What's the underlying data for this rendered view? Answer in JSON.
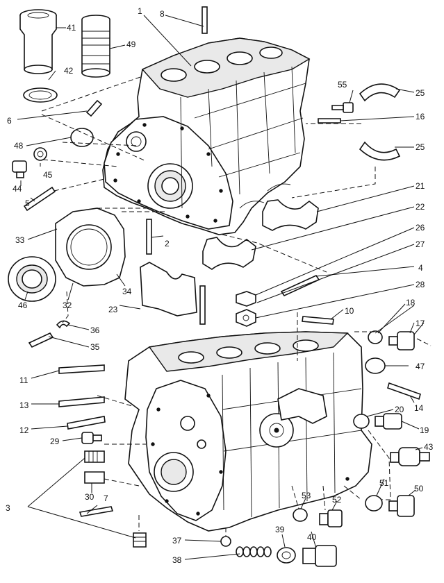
{
  "callouts": [
    {
      "id": "c1",
      "label": "1"
    },
    {
      "id": "c2",
      "label": "2"
    },
    {
      "id": "c3",
      "label": "3"
    },
    {
      "id": "c4",
      "label": "4"
    },
    {
      "id": "c5",
      "label": "5"
    },
    {
      "id": "c6",
      "label": "6"
    },
    {
      "id": "c7",
      "label": "7"
    },
    {
      "id": "c8",
      "label": "8"
    },
    {
      "id": "c10",
      "label": "10"
    },
    {
      "id": "c11",
      "label": "11"
    },
    {
      "id": "c12",
      "label": "12"
    },
    {
      "id": "c13",
      "label": "13"
    },
    {
      "id": "c14",
      "label": "14"
    },
    {
      "id": "c16",
      "label": "16"
    },
    {
      "id": "c17",
      "label": "17"
    },
    {
      "id": "c18",
      "label": "18"
    },
    {
      "id": "c19",
      "label": "19"
    },
    {
      "id": "c20",
      "label": "20"
    },
    {
      "id": "c21",
      "label": "21"
    },
    {
      "id": "c22",
      "label": "22"
    },
    {
      "id": "c23",
      "label": "23"
    },
    {
      "id": "c25a",
      "label": "25"
    },
    {
      "id": "c25b",
      "label": "25"
    },
    {
      "id": "c26",
      "label": "26"
    },
    {
      "id": "c27",
      "label": "27"
    },
    {
      "id": "c28",
      "label": "28"
    },
    {
      "id": "c29",
      "label": "29"
    },
    {
      "id": "c30",
      "label": "30"
    },
    {
      "id": "c32",
      "label": "32"
    },
    {
      "id": "c33",
      "label": "33"
    },
    {
      "id": "c34",
      "label": "34"
    },
    {
      "id": "c35",
      "label": "35"
    },
    {
      "id": "c36",
      "label": "36"
    },
    {
      "id": "c37",
      "label": "37"
    },
    {
      "id": "c38",
      "label": "38"
    },
    {
      "id": "c39",
      "label": "39"
    },
    {
      "id": "c40",
      "label": "40"
    },
    {
      "id": "c41",
      "label": "41"
    },
    {
      "id": "c42",
      "label": "42"
    },
    {
      "id": "c43",
      "label": "43"
    },
    {
      "id": "c44",
      "label": "44"
    },
    {
      "id": "c45",
      "label": "45"
    },
    {
      "id": "c46",
      "label": "46"
    },
    {
      "id": "c47",
      "label": "47"
    },
    {
      "id": "c48",
      "label": "48"
    },
    {
      "id": "c49",
      "label": "49"
    },
    {
      "id": "c50",
      "label": "50"
    },
    {
      "id": "c51",
      "label": "51"
    },
    {
      "id": "c52",
      "label": "52"
    },
    {
      "id": "c53",
      "label": "53"
    },
    {
      "id": "c55",
      "label": "55"
    }
  ]
}
